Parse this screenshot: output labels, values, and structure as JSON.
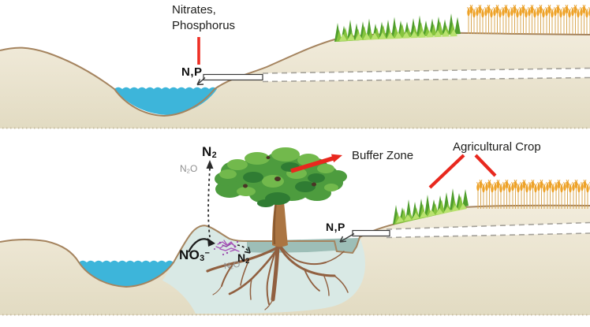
{
  "figure": {
    "description_top_panel": "stream without riparian buffer receiving drainage",
    "description_bottom_panel": "stream protected by riparian buffer zone with denitrification"
  },
  "top_panel": {
    "nitrates_label": {
      "line1": "Nitrates,",
      "line2": "Phosphorus"
    },
    "np_label": "N,P"
  },
  "bottom_panel": {
    "np_label": "N,P",
    "buffer_zone_label": "Buffer Zone",
    "agricultural_crop_label": "Agricultural Crop",
    "n2_air_label": {
      "main": "N",
      "sub": "2"
    },
    "n2o_air_label": {
      "pre": "N",
      "sub": "2",
      "post": "O"
    },
    "no3_label": {
      "main": "NO",
      "sub": "3",
      "sup": "−"
    },
    "n2_ground_label": {
      "main": "N",
      "sub": "2"
    },
    "n2o_ground_label": {
      "pre": "N",
      "sub": "2",
      "post": "O"
    }
  },
  "palette": {
    "pointer_red": "#e8281e",
    "water_blue": "#3db5da",
    "saturated_zone_blue": "#d9e9e5",
    "stream_teal": "#9dbeb7",
    "soil_cream": "#f0ead8",
    "soil_outline": "#a5845f",
    "grass_green": "#4f9e2c",
    "wheat_orange": "#eea227",
    "tree_canopy_green": "#4d9c3e",
    "tree_trunk_brown": "#ab7542",
    "microbes_purple": "#a855b8",
    "gas_label_gray": "#8f8f8f"
  }
}
